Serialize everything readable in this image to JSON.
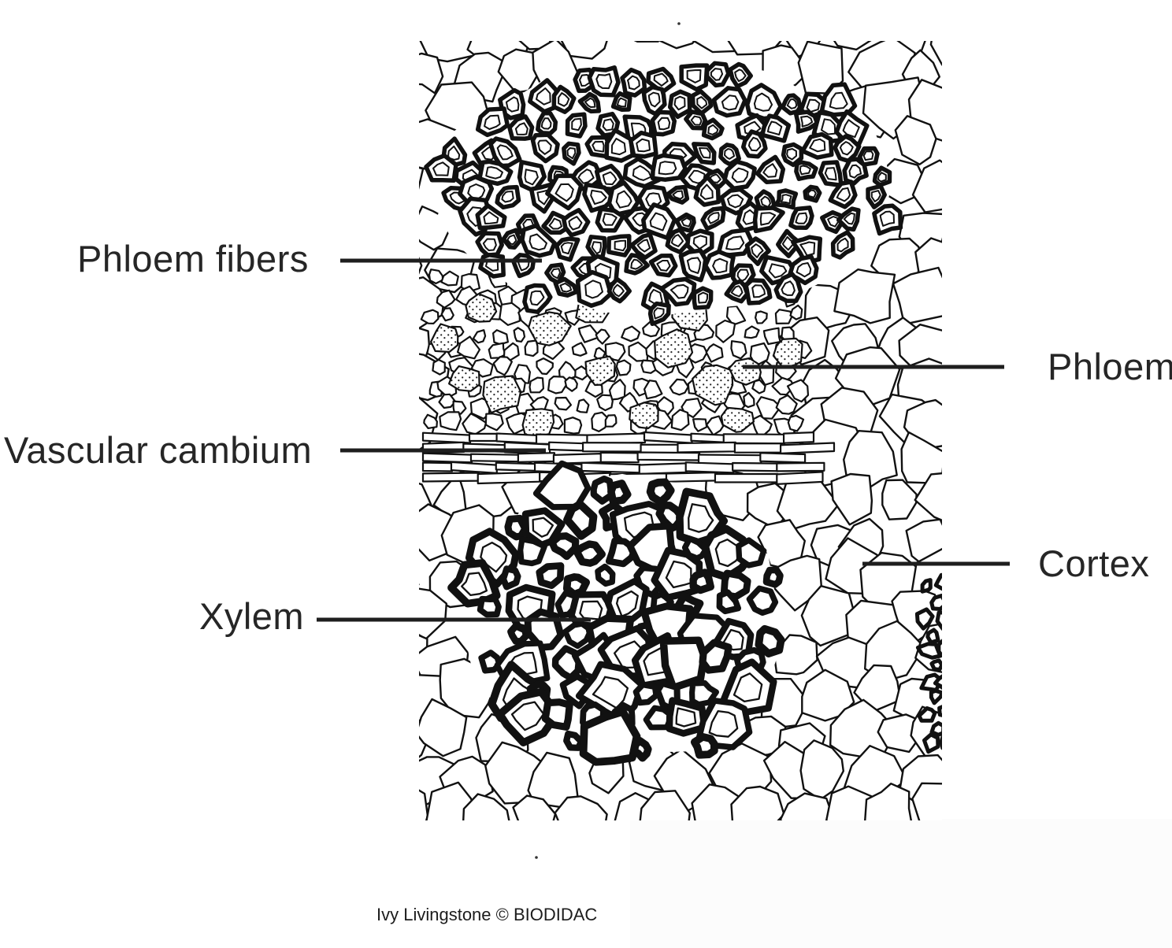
{
  "figure": {
    "type": "labeled-biology-diagram",
    "subject": "plant stem vascular bundle cross section",
    "labels": {
      "phloem_fibers": "Phloem fibers",
      "phloem": "Phloem",
      "vascular_cambium": "Vascular cambium",
      "xylem": "Xylem",
      "cortex": "Cortex"
    },
    "attribution": "Ivy Livingstone © BIODIDAC",
    "colors": {
      "ink": "#111111",
      "label_text": "#262626",
      "leader_line": "#1e1e1e",
      "background": "#ffffff"
    }
  }
}
